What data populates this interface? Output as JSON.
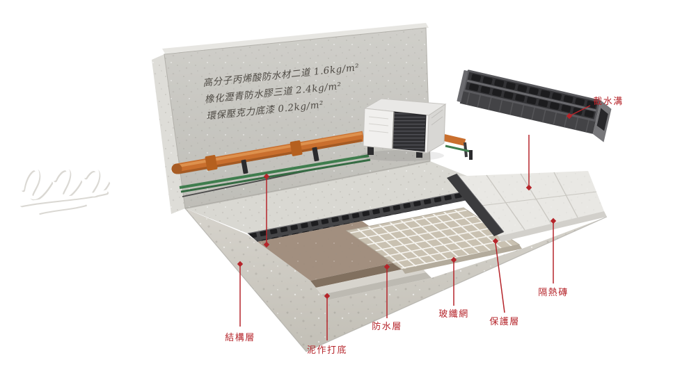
{
  "diagram": {
    "wall_specs": [
      "高分子丙烯酸防水材二道 1.6kg/m²",
      "橡化瀝青防水膠三道 2.4kg/m²",
      "環保壓克力底漆 0.2kg/m²"
    ],
    "labels": {
      "structure": "結構層",
      "leveling": "泥作打底",
      "waterproof": "防水層",
      "mesh": "玻纖網",
      "protection": "保護層",
      "insulation": "隔熱磚",
      "gutter": "截水溝"
    },
    "colors": {
      "annotation_red": "#b5242a",
      "pipe_orange": "#c96f2e",
      "pipe_green": "#3f7d4e",
      "membrane_tan": "#a28f7f",
      "concrete_gray": "#c8c7c1",
      "drain_dark": "#434346"
    },
    "icons": {
      "watermark": "white-script-signature",
      "ac": "outdoor-ac-unit",
      "drain": "drainage-channel-grate",
      "pipe": "wall-mounted-pipe"
    }
  }
}
